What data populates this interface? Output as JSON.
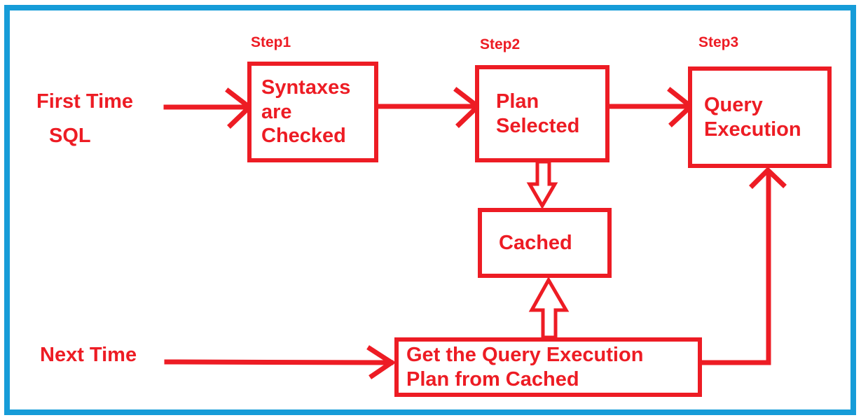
{
  "colors": {
    "red": "#ED1C24",
    "blue": "#169CD8",
    "background": "#FFFFFF"
  },
  "diagram": {
    "side_labels": {
      "first_time": "First Time",
      "sql": "SQL",
      "next_time": "Next Time"
    },
    "steps": [
      {
        "caption": "Step1",
        "label": "Syntaxes\nare\nChecked"
      },
      {
        "caption": "Step2",
        "label": "Plan\nSelected"
      },
      {
        "caption": "Step3",
        "label": "Query\nExecution"
      }
    ],
    "cached": {
      "label": "Cached"
    },
    "get_plan": {
      "label": "Get the Query Execution\nPlan from Cached"
    }
  }
}
